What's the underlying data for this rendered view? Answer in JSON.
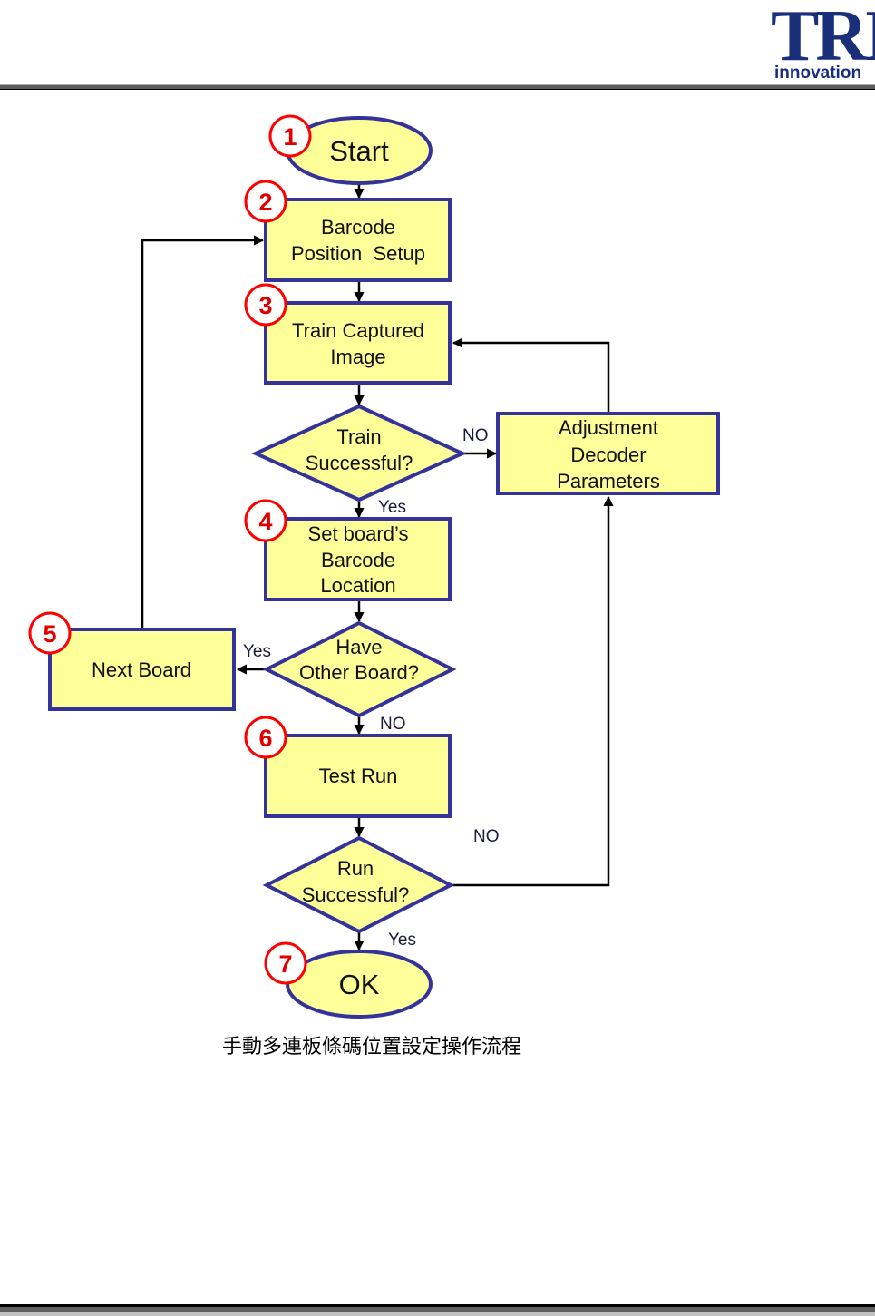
{
  "header": {
    "logo_text": "TRI",
    "logo_subtext": "innovation",
    "brand_color": "#1a2f7a"
  },
  "colors": {
    "node_fill": "#ffff99",
    "node_border": "#333399",
    "badge_color": "#ff0000",
    "connector": "#000000"
  },
  "flowchart": {
    "nodes": {
      "start": {
        "step": "1",
        "shape": "ellipse",
        "lines": [
          "Start"
        ]
      },
      "barcode_setup": {
        "step": "2",
        "shape": "rect",
        "lines": [
          "Barcode",
          "Position  Setup"
        ]
      },
      "train_image": {
        "step": "3",
        "shape": "rect",
        "lines": [
          "Train Captured",
          "Image"
        ]
      },
      "train_ok": {
        "shape": "diamond",
        "lines": [
          "Train",
          "Successful?"
        ]
      },
      "adjust_decoder": {
        "shape": "rect",
        "lines": [
          "Adjustment",
          "Decoder",
          "Parameters"
        ]
      },
      "set_location": {
        "step": "4",
        "shape": "rect",
        "lines": [
          "Set board’s",
          "Barcode",
          "Location"
        ]
      },
      "other_board": {
        "shape": "diamond",
        "lines": [
          "Have",
          "Other Board?"
        ]
      },
      "next_board": {
        "step": "5",
        "shape": "rect",
        "lines": [
          "Next Board"
        ]
      },
      "test_run": {
        "step": "6",
        "shape": "rect",
        "lines": [
          "Test Run"
        ]
      },
      "run_ok": {
        "shape": "diamond",
        "lines": [
          "Run",
          "Successful?"
        ]
      },
      "ok": {
        "step": "7",
        "shape": "ellipse",
        "lines": [
          "OK"
        ]
      }
    },
    "edge_labels": {
      "train_no": "NO",
      "train_yes": "Yes",
      "other_yes": "Yes",
      "other_no": "NO",
      "run_no": "NO",
      "run_yes": "Yes"
    }
  },
  "caption": "手動多連板條碼位置設定操作流程"
}
